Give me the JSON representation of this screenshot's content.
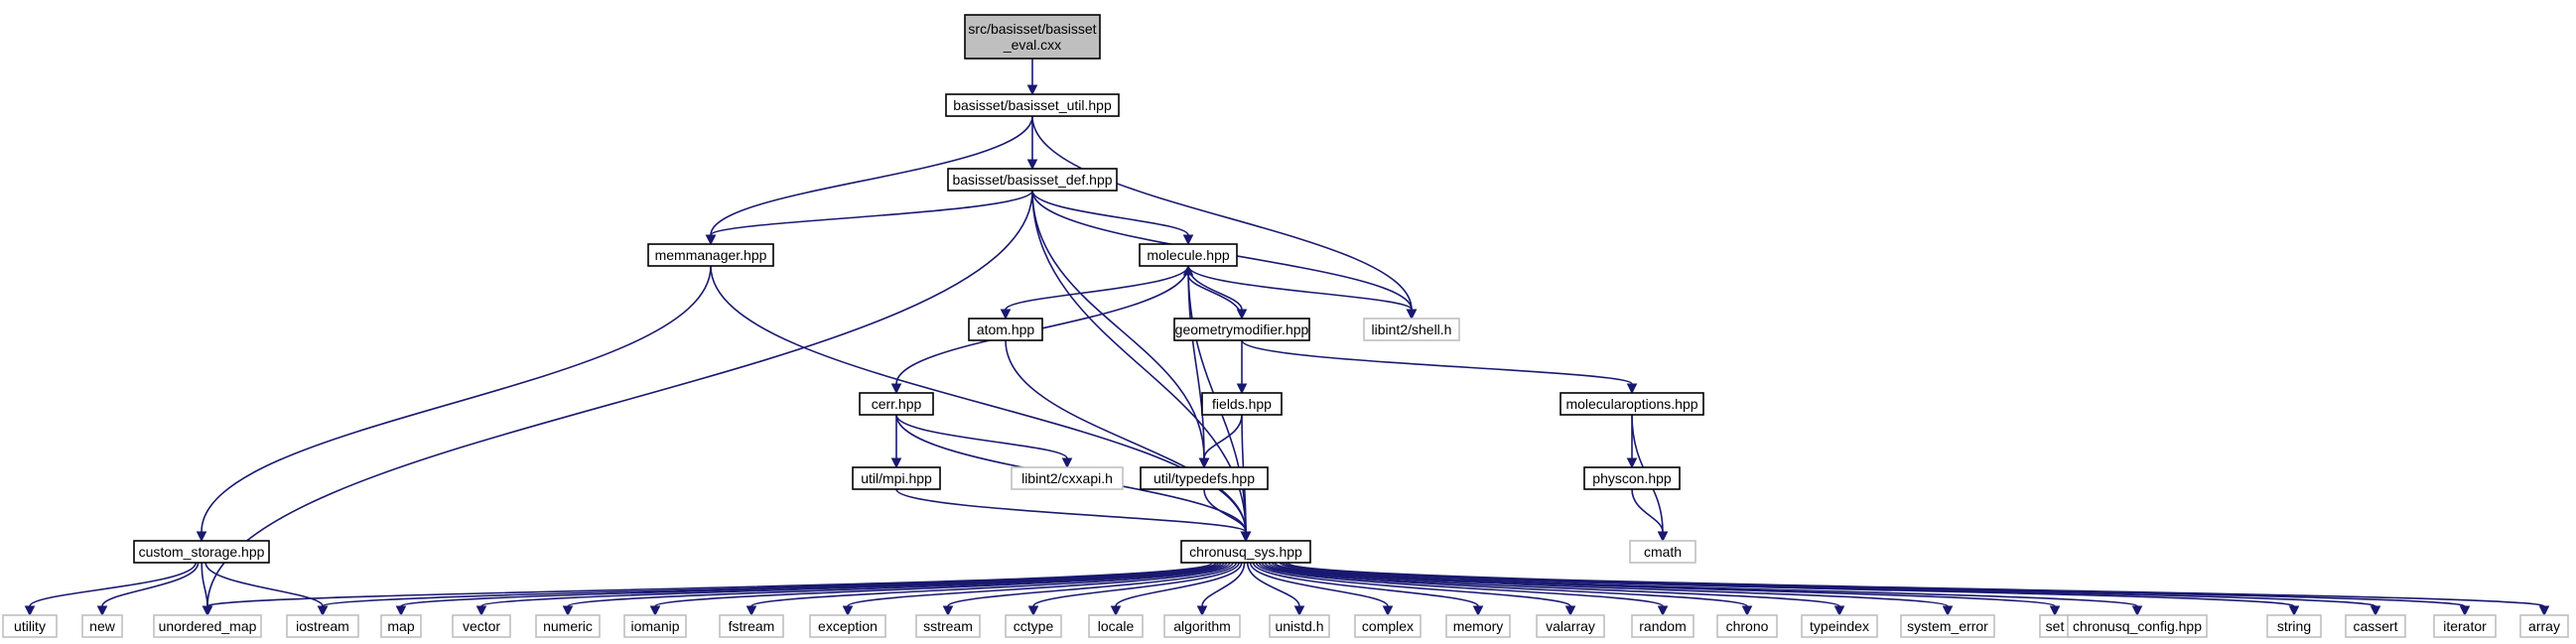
{
  "graph": {
    "colors": {
      "edge": "#191970",
      "root_fill": "#bfbfbf",
      "root_stroke": "#000000",
      "internal_stroke": "#000000",
      "external_stroke": "#bfbfbf"
    },
    "nodes": [
      {
        "id": "root",
        "lines": [
          "src/basisset/basisset",
          "_eval.cxx"
        ],
        "kind": "root"
      },
      {
        "id": "basisset_util",
        "lines": [
          "basisset/basisset_util.hpp"
        ],
        "kind": "internal"
      },
      {
        "id": "basisset_def",
        "lines": [
          "basisset/basisset_def.hpp"
        ],
        "kind": "internal"
      },
      {
        "id": "memmanager",
        "lines": [
          "memmanager.hpp"
        ],
        "kind": "internal"
      },
      {
        "id": "molecule",
        "lines": [
          "molecule.hpp"
        ],
        "kind": "internal"
      },
      {
        "id": "libint2_shell",
        "lines": [
          "libint2/shell.h"
        ],
        "kind": "external"
      },
      {
        "id": "atom",
        "lines": [
          "atom.hpp"
        ],
        "kind": "internal"
      },
      {
        "id": "geometrymodifier",
        "lines": [
          "geometrymodifier.hpp"
        ],
        "kind": "internal"
      },
      {
        "id": "cerr",
        "lines": [
          "cerr.hpp"
        ],
        "kind": "internal"
      },
      {
        "id": "fields",
        "lines": [
          "fields.hpp"
        ],
        "kind": "internal"
      },
      {
        "id": "moleculaoptions",
        "lines": [
          "molecularoptions.hpp"
        ],
        "kind": "internal"
      },
      {
        "id": "util_mpi",
        "lines": [
          "util/mpi.hpp"
        ],
        "kind": "internal"
      },
      {
        "id": "libint2_cxxapi",
        "lines": [
          "libint2/cxxapi.h"
        ],
        "kind": "external"
      },
      {
        "id": "util_typedefs",
        "lines": [
          "util/typedefs.hpp"
        ],
        "kind": "internal"
      },
      {
        "id": "physcon",
        "lines": [
          "physcon.hpp"
        ],
        "kind": "internal"
      },
      {
        "id": "custom_storage",
        "lines": [
          "custom_storage.hpp"
        ],
        "kind": "internal"
      },
      {
        "id": "chronusq_sys",
        "lines": [
          "chronusq_sys.hpp"
        ],
        "kind": "internal"
      },
      {
        "id": "cmath",
        "lines": [
          "cmath"
        ],
        "kind": "external"
      },
      {
        "id": "utility",
        "lines": [
          "utility"
        ],
        "kind": "external"
      },
      {
        "id": "new",
        "lines": [
          "new"
        ],
        "kind": "external"
      },
      {
        "id": "unordered_map",
        "lines": [
          "unordered_map"
        ],
        "kind": "external"
      },
      {
        "id": "iostream",
        "lines": [
          "iostream"
        ],
        "kind": "external"
      },
      {
        "id": "map",
        "lines": [
          "map"
        ],
        "kind": "external"
      },
      {
        "id": "vector",
        "lines": [
          "vector"
        ],
        "kind": "external"
      },
      {
        "id": "numeric",
        "lines": [
          "numeric"
        ],
        "kind": "external"
      },
      {
        "id": "iomanip",
        "lines": [
          "iomanip"
        ],
        "kind": "external"
      },
      {
        "id": "fstream",
        "lines": [
          "fstream"
        ],
        "kind": "external"
      },
      {
        "id": "exception",
        "lines": [
          "exception"
        ],
        "kind": "external"
      },
      {
        "id": "sstream",
        "lines": [
          "sstream"
        ],
        "kind": "external"
      },
      {
        "id": "cctype",
        "lines": [
          "cctype"
        ],
        "kind": "external"
      },
      {
        "id": "locale",
        "lines": [
          "locale"
        ],
        "kind": "external"
      },
      {
        "id": "algorithm",
        "lines": [
          "algorithm"
        ],
        "kind": "external"
      },
      {
        "id": "unistd",
        "lines": [
          "unistd.h"
        ],
        "kind": "external"
      },
      {
        "id": "complex",
        "lines": [
          "complex"
        ],
        "kind": "external"
      },
      {
        "id": "memory",
        "lines": [
          "memory"
        ],
        "kind": "external"
      },
      {
        "id": "valarray",
        "lines": [
          "valarray"
        ],
        "kind": "external"
      },
      {
        "id": "random",
        "lines": [
          "random"
        ],
        "kind": "external"
      },
      {
        "id": "chrono",
        "lines": [
          "chrono"
        ],
        "kind": "external"
      },
      {
        "id": "typeindex",
        "lines": [
          "typeindex"
        ],
        "kind": "external"
      },
      {
        "id": "system_error",
        "lines": [
          "system_error"
        ],
        "kind": "external"
      },
      {
        "id": "set",
        "lines": [
          "set"
        ],
        "kind": "external"
      },
      {
        "id": "chronusq_config",
        "lines": [
          "chronusq_config.hpp"
        ],
        "kind": "external"
      },
      {
        "id": "string",
        "lines": [
          "string"
        ],
        "kind": "external"
      },
      {
        "id": "cassert",
        "lines": [
          "cassert"
        ],
        "kind": "external"
      },
      {
        "id": "iterator",
        "lines": [
          "iterator"
        ],
        "kind": "external"
      },
      {
        "id": "array",
        "lines": [
          "array"
        ],
        "kind": "external"
      }
    ],
    "edges": [
      [
        "root",
        "basisset_util"
      ],
      [
        "basisset_util",
        "basisset_def"
      ],
      [
        "basisset_util",
        "memmanager"
      ],
      [
        "basisset_util",
        "libint2_shell"
      ],
      [
        "basisset_def",
        "memmanager"
      ],
      [
        "basisset_def",
        "molecule"
      ],
      [
        "basisset_def",
        "libint2_shell"
      ],
      [
        "basisset_def",
        "util_typedefs"
      ],
      [
        "basisset_def",
        "chronusq_sys"
      ],
      [
        "basisset_def",
        "unordered_map"
      ],
      [
        "memmanager",
        "custom_storage"
      ],
      [
        "memmanager",
        "chronusq_sys"
      ],
      [
        "molecule",
        "atom"
      ],
      [
        "molecule",
        "geometrymodifier"
      ],
      [
        "molecule",
        "libint2_shell"
      ],
      [
        "molecule",
        "cerr"
      ],
      [
        "molecule",
        "util_typedefs"
      ],
      [
        "molecule",
        "chronusq_sys"
      ],
      [
        "geometrymodifier",
        "molecule"
      ],
      [
        "geometrymodifier",
        "fields"
      ],
      [
        "geometrymodifier",
        "moleculaoptions"
      ],
      [
        "atom",
        "chronusq_sys"
      ],
      [
        "cerr",
        "util_mpi"
      ],
      [
        "cerr",
        "libint2_cxxapi"
      ],
      [
        "cerr",
        "chronusq_sys"
      ],
      [
        "fields",
        "util_typedefs"
      ],
      [
        "fields",
        "chronusq_sys"
      ],
      [
        "moleculaoptions",
        "physcon"
      ],
      [
        "moleculaoptions",
        "cmath"
      ],
      [
        "physcon",
        "cmath"
      ],
      [
        "util_mpi",
        "chronusq_sys"
      ],
      [
        "util_typedefs",
        "chronusq_sys"
      ],
      [
        "custom_storage",
        "utility"
      ],
      [
        "custom_storage",
        "new"
      ],
      [
        "custom_storage",
        "unordered_map"
      ],
      [
        "custom_storage",
        "iostream"
      ],
      [
        "chronusq_sys",
        "unordered_map"
      ],
      [
        "chronusq_sys",
        "iostream"
      ],
      [
        "chronusq_sys",
        "map"
      ],
      [
        "chronusq_sys",
        "vector"
      ],
      [
        "chronusq_sys",
        "numeric"
      ],
      [
        "chronusq_sys",
        "iomanip"
      ],
      [
        "chronusq_sys",
        "fstream"
      ],
      [
        "chronusq_sys",
        "exception"
      ],
      [
        "chronusq_sys",
        "sstream"
      ],
      [
        "chronusq_sys",
        "cctype"
      ],
      [
        "chronusq_sys",
        "locale"
      ],
      [
        "chronusq_sys",
        "algorithm"
      ],
      [
        "chronusq_sys",
        "unistd"
      ],
      [
        "chronusq_sys",
        "complex"
      ],
      [
        "chronusq_sys",
        "memory"
      ],
      [
        "chronusq_sys",
        "valarray"
      ],
      [
        "chronusq_sys",
        "random"
      ],
      [
        "chronusq_sys",
        "chrono"
      ],
      [
        "chronusq_sys",
        "typeindex"
      ],
      [
        "chronusq_sys",
        "system_error"
      ],
      [
        "chronusq_sys",
        "set"
      ],
      [
        "chronusq_sys",
        "chronusq_config"
      ],
      [
        "chronusq_sys",
        "string"
      ],
      [
        "chronusq_sys",
        "cassert"
      ],
      [
        "chronusq_sys",
        "iterator"
      ],
      [
        "chronusq_sys",
        "array"
      ]
    ]
  }
}
